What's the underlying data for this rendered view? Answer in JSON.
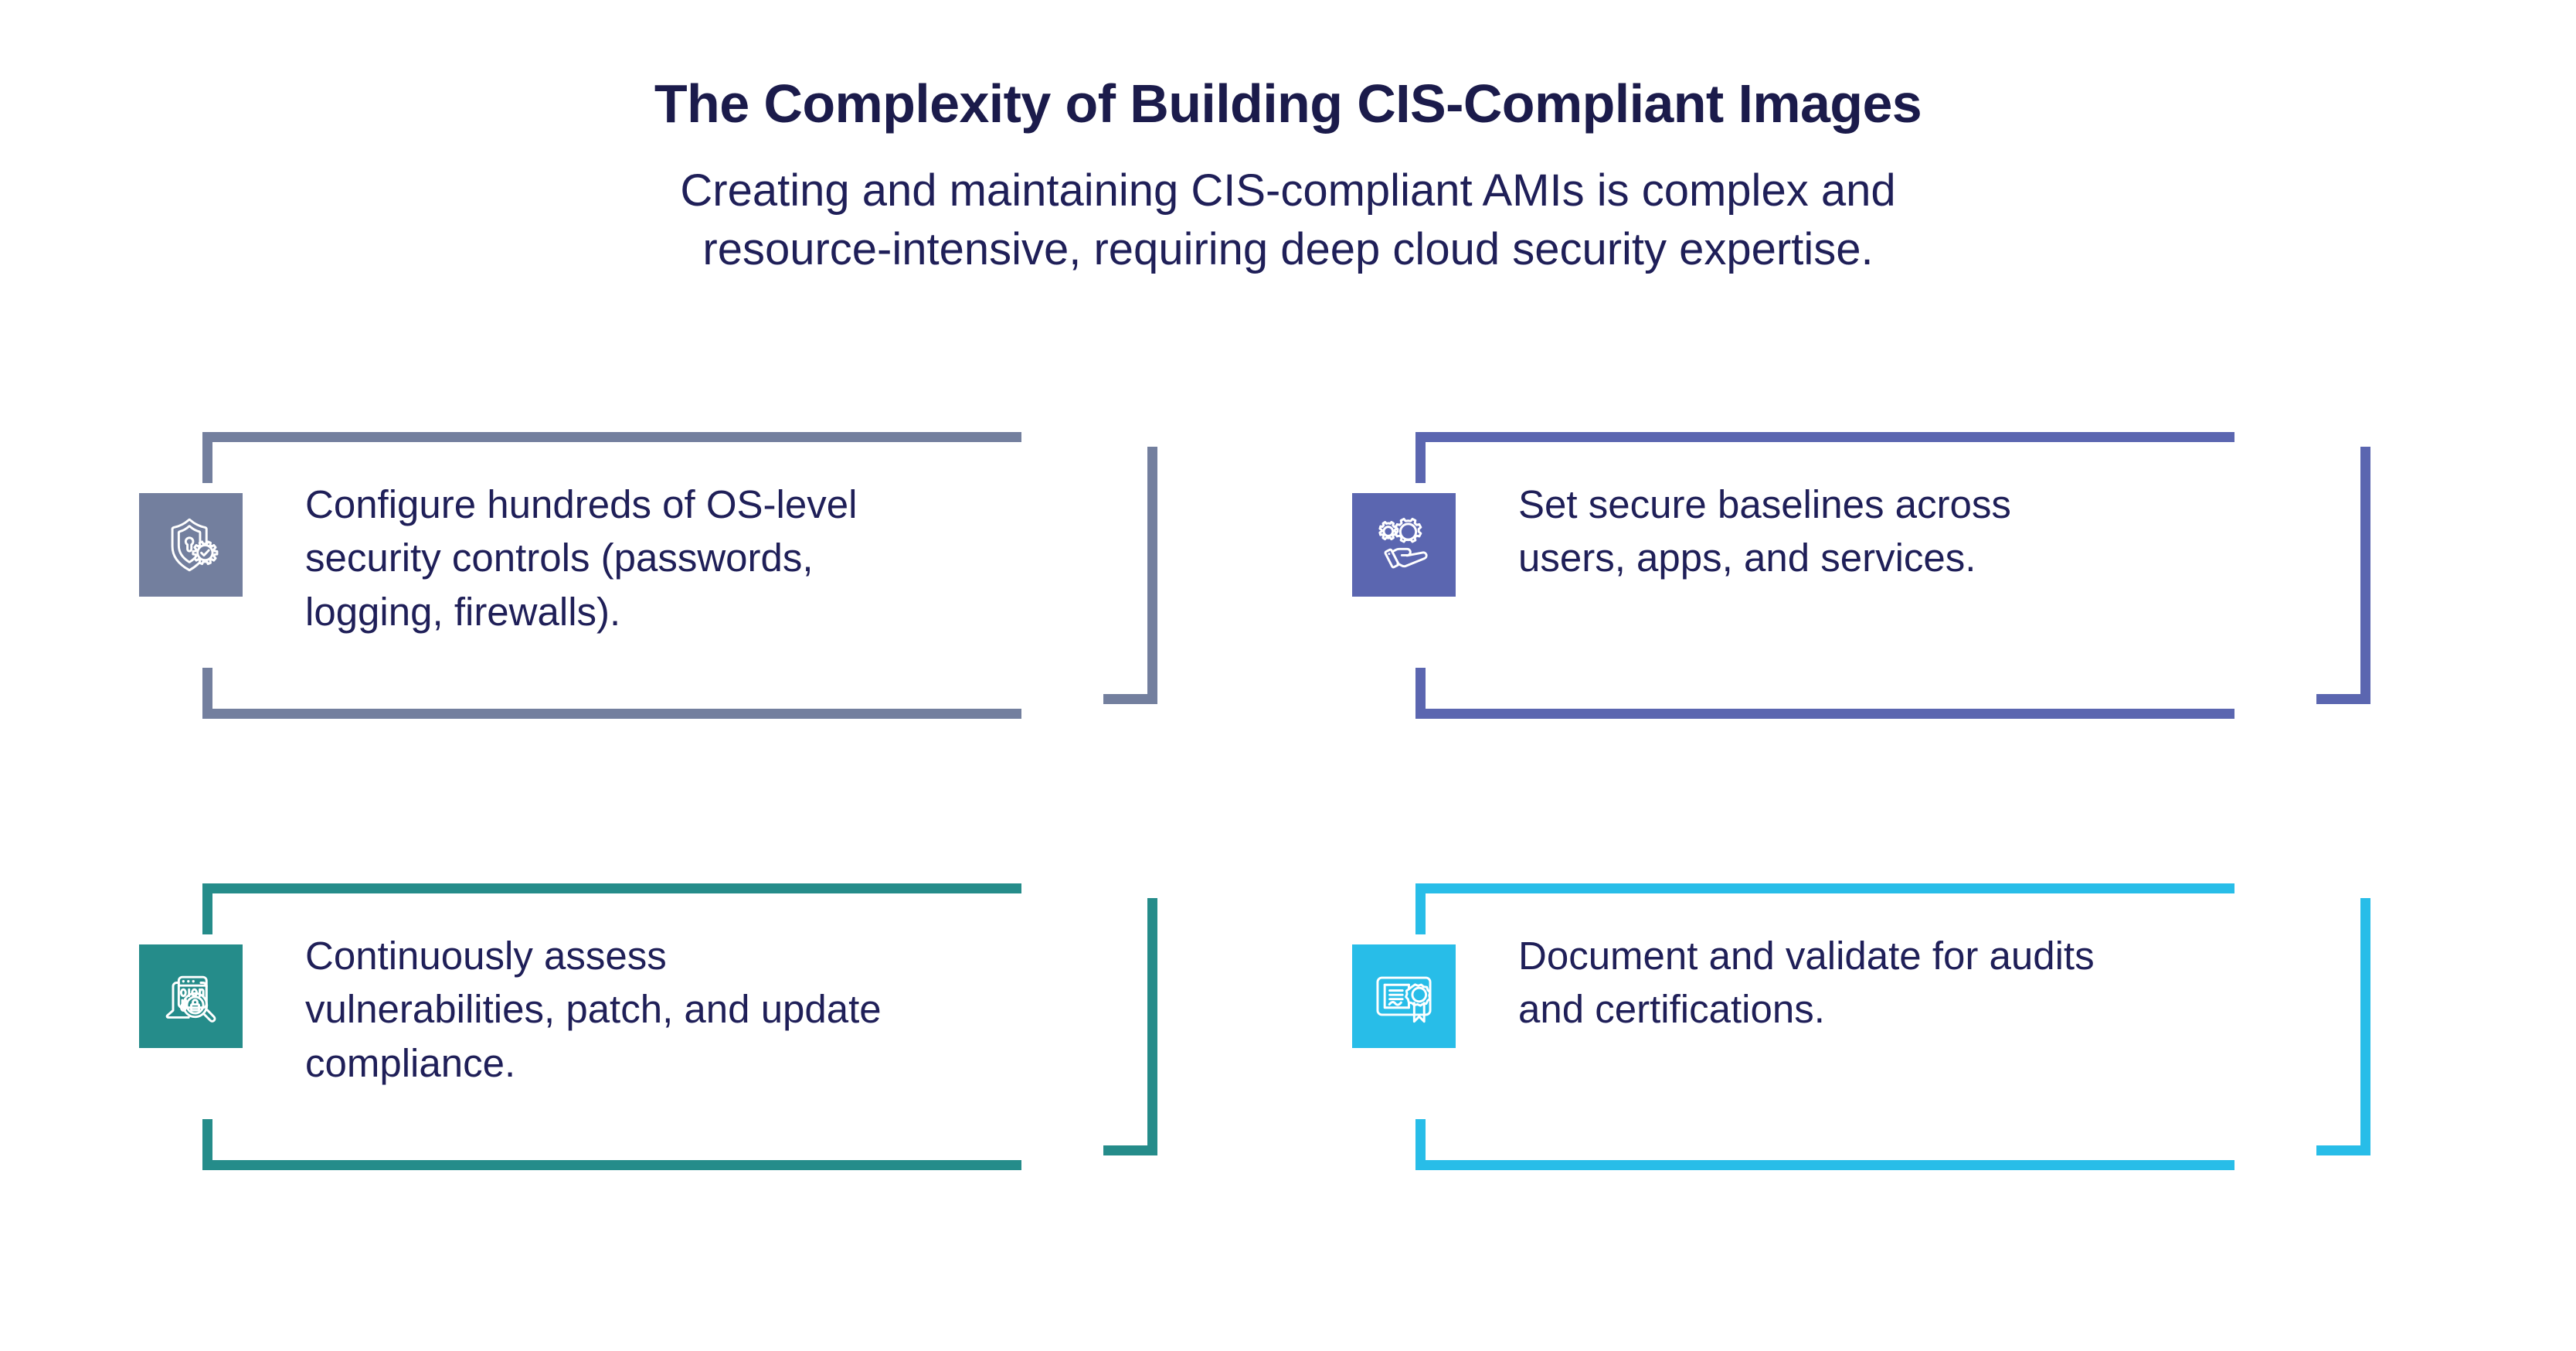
{
  "header": {
    "title": "The Complexity of Building CIS-Compliant Images",
    "subtitle_line1": "Creating and maintaining CIS-compliant AMIs is complex and",
    "subtitle_line2": "resource-intensive, requiring deep cloud security expertise.",
    "title_color": "#1b1b4b",
    "body_color": "#1f1f58"
  },
  "cards": [
    {
      "id": "os-level-controls",
      "icon": "shield-lock-gear-check-icon",
      "accent": "#737f9e",
      "lines": [
        "Configure hundreds of OS-level",
        "security controls (passwords,",
        "logging, firewalls)."
      ]
    },
    {
      "id": "secure-baselines",
      "icon": "hand-holding-gears-icon",
      "accent": "#5b66b0",
      "lines": [
        "Set secure baselines across",
        "users, apps, and services."
      ]
    },
    {
      "id": "assess-vulnerabilities",
      "icon": "code-window-magnifier-lock-icon",
      "accent": "#258c8a",
      "lines": [
        "Continuously assess",
        "vulnerabilities, patch, and update",
        "compliance."
      ]
    },
    {
      "id": "document-validate-audits",
      "icon": "certificate-award-ribbon-icon",
      "accent": "#28bde8",
      "lines": [
        "Document and validate for audits",
        "and certifications."
      ]
    }
  ]
}
